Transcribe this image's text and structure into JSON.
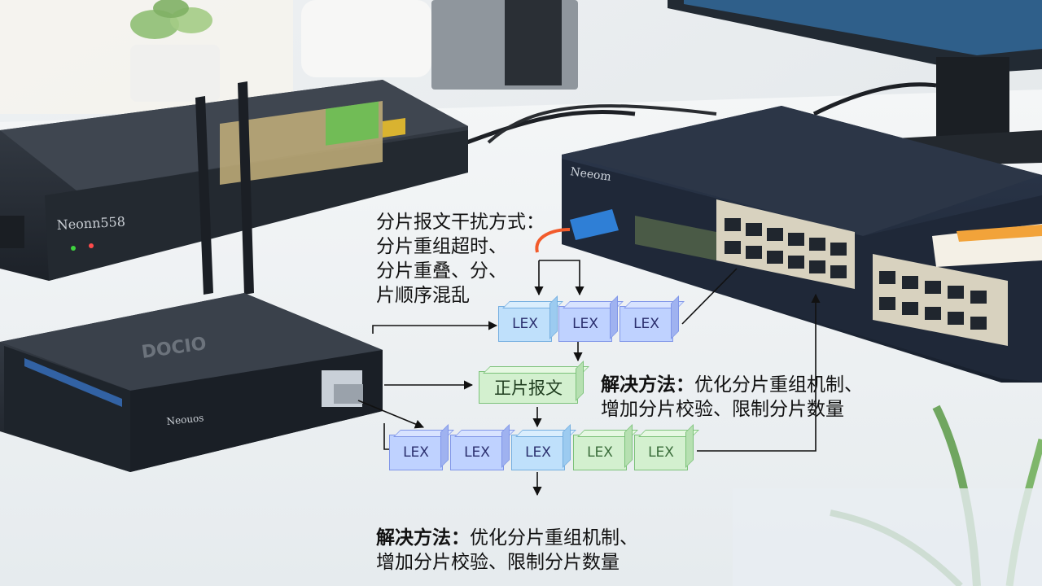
{
  "devices": {
    "switch_left_brand": "Neonn558",
    "switch_right_brand": "Neeom",
    "router_logo": "DOCIO",
    "router_brand": "Neouos"
  },
  "annotations": {
    "interference_title": "分片报文干扰方式：\n分片重组超时、\n分片重叠、分、\n片顺序混乱",
    "solution_right_label": "解决方法：",
    "solution_right_text": "优化分片重组机制、\n增加分片校验、限制分片数量",
    "solution_bottom_label": "解决方法：",
    "solution_bottom_text": "优化分片重组机制、\n增加分片校验、限制分片数量"
  },
  "fragments": {
    "top_row": [
      "LEX",
      "LEX",
      "LEX"
    ],
    "normal_packet": "正片报文",
    "bottom_row": [
      "LEX",
      "LEX",
      "LEX",
      "LEX",
      "LEX"
    ]
  },
  "colors": {
    "fragment_blue": "#bfd2ff",
    "fragment_lightblue": "#bfe0fb",
    "fragment_green": "#d3f0cf",
    "cable_blue": "#2f7fd6",
    "status_green": "#3ed33e",
    "accent_orange": "#f2a33a"
  }
}
